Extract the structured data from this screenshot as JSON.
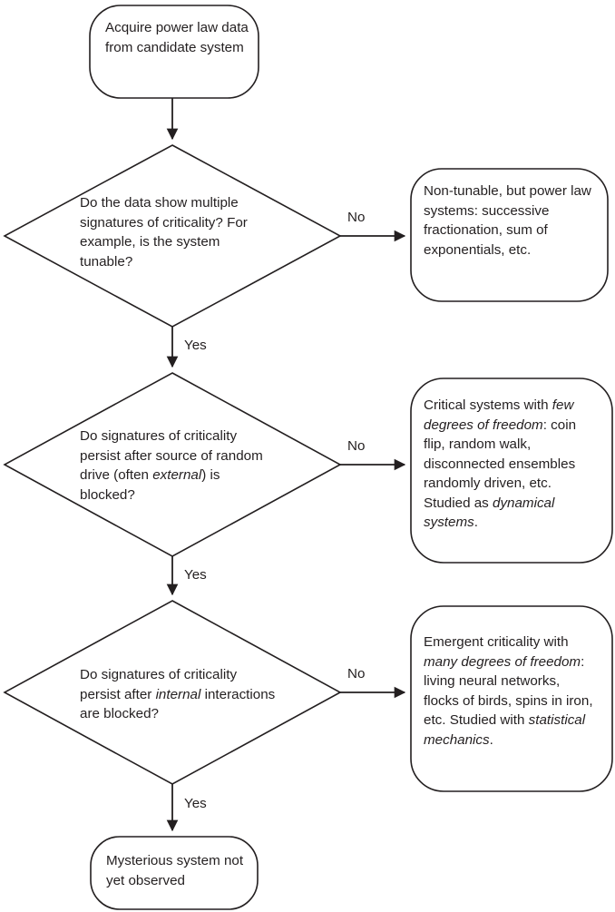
{
  "diagram": {
    "title": "Power law criticality decision flowchart",
    "background_color": "#ffffff",
    "line_color": "#231f20",
    "nodes": {
      "start": {
        "shape": "rounded-terminal",
        "text": "Acquire power law data from candidate system"
      },
      "decision1": {
        "shape": "diamond",
        "text": "Do the data show multiple signatures of criticality? For example, is the system tunable?"
      },
      "outcome1": {
        "shape": "rounded-terminal",
        "text": "Non-tunable, but power law systems: successive fractionation, sum of exponentials, etc."
      },
      "decision2": {
        "shape": "diamond",
        "text_part1": "Do signatures of criticality persist after source of random drive (often ",
        "text_italic": "external",
        "text_part2": ") is blocked?"
      },
      "outcome2": {
        "shape": "rounded-terminal",
        "text_part1": "Critical systems with ",
        "text_italic1": "few degrees of freedom",
        "text_part2": ": coin flip, random walk, disconnected ensembles randomly driven, etc. Studied as ",
        "text_italic2": "dynamical systems",
        "text_part3": "."
      },
      "decision3": {
        "shape": "diamond",
        "text_part1": "Do signatures of criticality persist after ",
        "text_italic": "internal",
        "text_part2": " interactions are blocked?"
      },
      "outcome3": {
        "shape": "rounded-terminal",
        "text_part1": "Emergent criticality with ",
        "text_italic1": "many degrees of freedom",
        "text_part2": ": living neural networks, flocks of birds, spins in iron, etc. Studied with ",
        "text_italic2": "statistical mechanics",
        "text_part3": "."
      },
      "end": {
        "shape": "rounded-terminal",
        "text": "Mysterious system not yet observed"
      }
    },
    "edges": {
      "start_to_decision1": {
        "label": ""
      },
      "decision1_no": {
        "label": "No"
      },
      "decision1_yes": {
        "label": "Yes"
      },
      "decision2_no": {
        "label": "No"
      },
      "decision2_yes": {
        "label": "Yes"
      },
      "decision3_no": {
        "label": "No"
      },
      "decision3_yes": {
        "label": "Yes"
      }
    }
  }
}
